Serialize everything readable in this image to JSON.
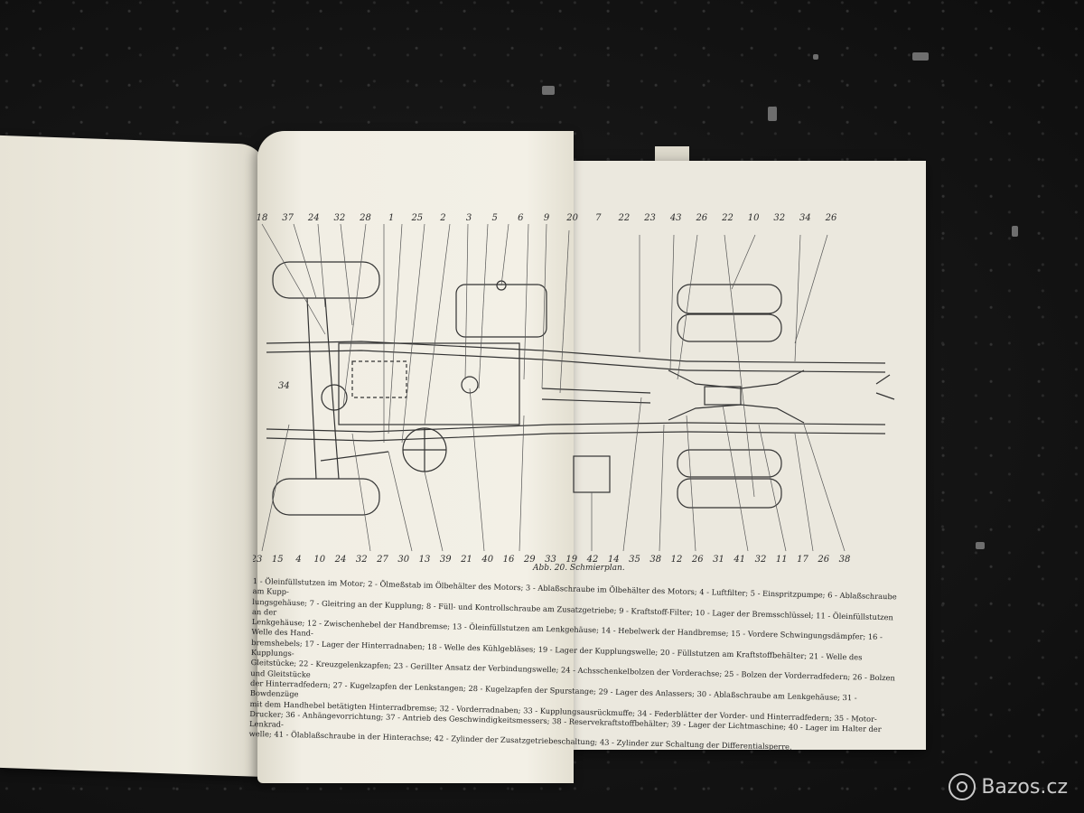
{
  "callouts_top": [
    "18",
    "37",
    "24",
    "32",
    "28",
    "1",
    "25",
    "2",
    "3",
    "5",
    "6",
    "9",
    "20",
    "7",
    "22",
    "23",
    "43",
    "26",
    "22",
    "10",
    "32",
    "34",
    "26"
  ],
  "callouts_bottom": [
    "23",
    "15",
    "4",
    "10",
    "24",
    "32",
    "27",
    "30",
    "13",
    "39",
    "21",
    "40",
    "16",
    "29",
    "33",
    "19",
    "42",
    "14",
    "35",
    "38",
    "12",
    "26",
    "31",
    "41",
    "32",
    "11",
    "17",
    "26",
    "38"
  ],
  "callout_side": "34",
  "caption": "Abb. 20. Schmierplan.",
  "legend_lines": [
    "1 - Öleinfüllstutzen im Motor; 2 - Ölmeßstab im Ölbehälter des Motors; 3 - Ablaßschraube im Ölbehälter des Motors; 4 - Luftfilter; 5 - Einspritzpumpe; 6 - Ablaßschraube am Kupp-",
    "lungsgehäuse; 7 - Gleitring an der Kupplung; 8 - Füll- und Kontrollschraube am Zusatzgetriebe; 9 - Kraftstoff-Filter; 10 - Lager der Bremsschlüssel; 11 - Öleinfüllstutzen an der",
    "Lenkgehäuse; 12 - Zwischenhebel der Handbremse; 13 - Öleinfüllstutzen am Lenkgehäuse; 14 - Hebelwerk der Handbremse; 15 - Vordere Schwingungsdämpfer; 16 - Welle des Hand-",
    "bremshebels; 17 - Lager der Hinterradnaben; 18 - Welle des Kühlgebläses; 19 - Lager der Kupplungswelle; 20 - Füllstutzen am Kraftstoffbehälter; 21 - Welle des Kupplungs-",
    "Gleitstücke; 22 - Kreuzgelenkzapfen; 23 - Gerillter Ansatz der Verbindungswelle; 24 - Achsschenkelbolzen der Vorderachse; 25 - Bolzen der Vorderradfedern; 26 - Bolzen und Gleitstücke",
    "der Hinterradfedern; 27 - Kugelzapfen der Lenkstangen; 28 - Kugelzapfen der Spurstange; 29 - Lager des Anlassers; 30 - Ablaßschraube am Lenkgehäuse; 31 - Bowdenzüge",
    "mit dem Handhebel betätigten Hinterradbremse; 32 - Vorderradnaben; 33 - Kupplungsausrückmuffe; 34 - Federblätter der Vorder- und Hinterradfedern; 35 - Motor-",
    "Drucker; 36 - Anhängevorrichtung; 37 - Antrieb des Geschwindigkeitsmessers; 38 - Reservekraftstoffbehälter; 39 - Lager der Lichtmaschine; 40 - Lager im Halter der Lenkrad-",
    "welle; 41 - Ölablaßschraube in der Hinterachse; 42 - Zylinder der Zusatzgetriebeschaltung; 43 - Zylinder zur Schaltung der Differentialsperre."
  ],
  "watermark": "Bazos.cz"
}
